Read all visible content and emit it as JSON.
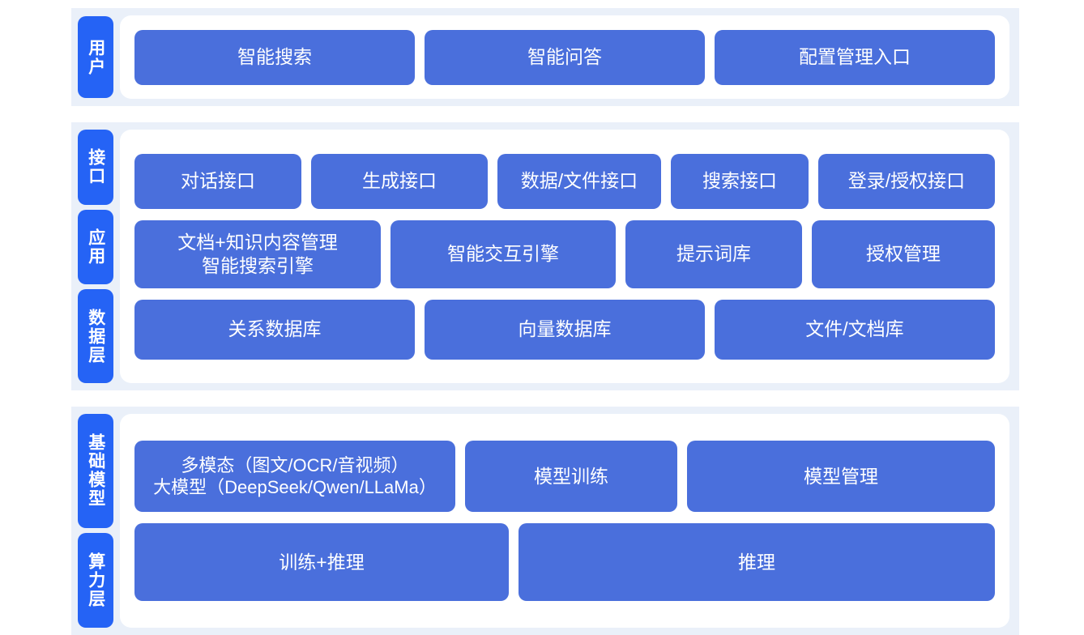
{
  "colors": {
    "page_background": "#ffffff",
    "section_background": "#eaf0f9",
    "panel_background": "#ffffff",
    "rail_tab": "#2563f5",
    "content_box": "#4a6fdc",
    "text_on_blue": "#ffffff"
  },
  "sections": [
    {
      "id": "user",
      "rail": [
        {
          "label": "用户"
        }
      ],
      "rows": [
        {
          "id": "user-entries",
          "boxes": [
            {
              "label": "智能搜索"
            },
            {
              "label": "智能问答"
            },
            {
              "label": "配置管理入口"
            }
          ]
        }
      ]
    },
    {
      "id": "application",
      "rail": [
        {
          "label": "接口"
        },
        {
          "label": "应用"
        },
        {
          "label": "数据层"
        }
      ],
      "rows": [
        {
          "id": "api",
          "boxes": [
            {
              "label": "对话接口"
            },
            {
              "label": "生成接口"
            },
            {
              "label": "数据/文件接口"
            },
            {
              "label": "搜索接口"
            },
            {
              "label": "登录/授权接口"
            }
          ]
        },
        {
          "id": "app",
          "boxes": [
            {
              "label": "文档+知识内容管理\n智能搜索引擎"
            },
            {
              "label": "智能交互引擎"
            },
            {
              "label": "提示词库"
            },
            {
              "label": "授权管理"
            }
          ]
        },
        {
          "id": "data",
          "boxes": [
            {
              "label": "关系数据库"
            },
            {
              "label": "向量数据库"
            },
            {
              "label": "文件/文档库"
            }
          ]
        }
      ]
    },
    {
      "id": "base",
      "rail": [
        {
          "label": "基础模型"
        },
        {
          "label": "算力层"
        }
      ],
      "rows": [
        {
          "id": "model",
          "boxes": [
            {
              "label": "多模态（图文/OCR/音视频）\n大模型（DeepSeek/Qwen/LLaMa）"
            },
            {
              "label": "模型训练"
            },
            {
              "label": "模型管理"
            }
          ]
        },
        {
          "id": "compute",
          "boxes": [
            {
              "label": "训练+推理"
            },
            {
              "label": "推理"
            }
          ]
        }
      ]
    }
  ]
}
